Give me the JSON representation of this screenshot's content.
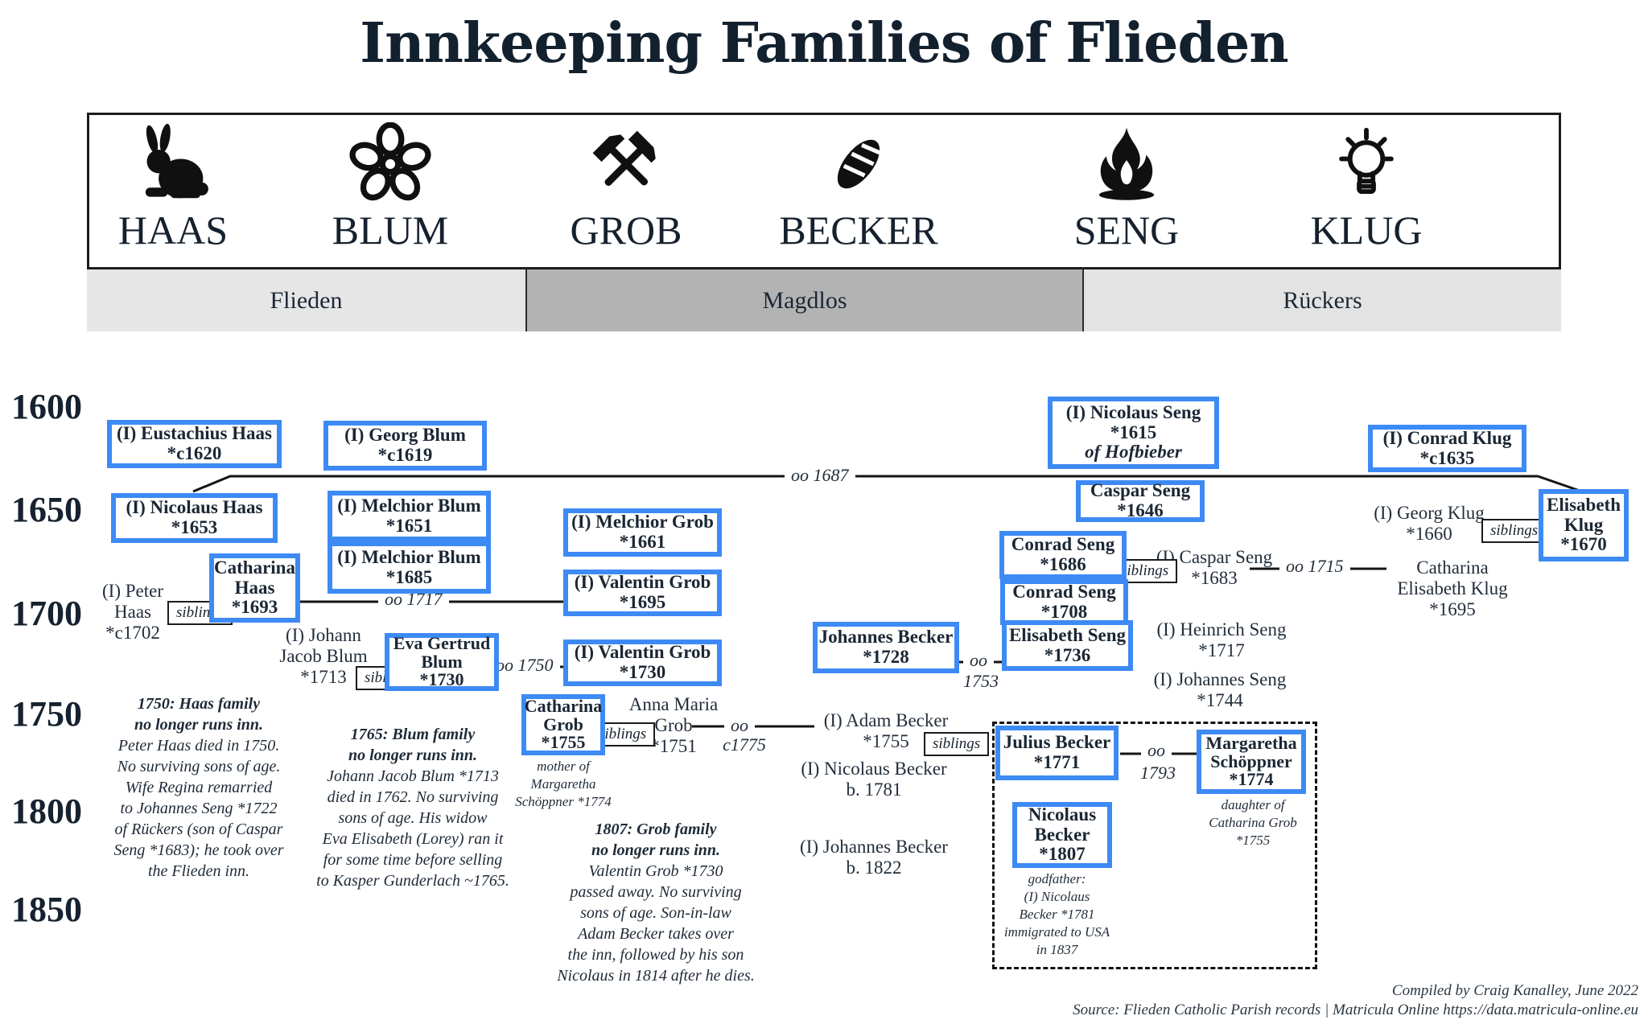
{
  "title": "Innkeeping Families of Flieden",
  "families": {
    "haas": "HAAS",
    "blum": "BLUM",
    "grob": "GROB",
    "becker": "BECKER",
    "seng": "SENG",
    "klug": "KLUG"
  },
  "family_icons": {
    "haas": "rabbit-icon",
    "blum": "flower-icon",
    "grob": "crossed-hammers-icon",
    "becker": "bread-icon",
    "seng": "fire-icon",
    "klug": "lightbulb-icon"
  },
  "locations": {
    "flieden": "Flieden",
    "magdlos": "Magdlos",
    "ruckers": "Rückers"
  },
  "timeline": [
    "1600",
    "1650",
    "1700",
    "1750",
    "1800",
    "1850"
  ],
  "persons": {
    "eustachius_haas": {
      "text": "(I) Eustachius Haas\n*c1620"
    },
    "nicolaus_haas": {
      "text": "(I) Nicolaus Haas\n*1653"
    },
    "catharina_haas": {
      "text": "Catharina\nHaas\n*1693"
    },
    "peter_haas": {
      "text": "(I) Peter\nHaas\n*c1702"
    },
    "georg_blum": {
      "text": "(I) Georg Blum\n*c1619"
    },
    "melchior_blum_1651": {
      "text": "(I) Melchior Blum\n*1651"
    },
    "melchior_blum_1685": {
      "text": "(I) Melchior Blum\n*1685"
    },
    "johann_jacob_blum": {
      "text": "(I) Johann\nJacob Blum\n*1713"
    },
    "eva_gertrud_blum": {
      "text": "Eva Gertrud\nBlum\n*1730"
    },
    "melchior_grob": {
      "text": "(I) Melchior Grob\n*1661"
    },
    "valentin_grob_1695": {
      "text": "(I) Valentin Grob\n*1695"
    },
    "valentin_grob_1730": {
      "text": "(I) Valentin Grob\n*1730"
    },
    "catharina_grob": {
      "text": "Catharina\nGrob\n*1755"
    },
    "anna_maria_grob": {
      "text": "Anna Maria\nGrob\n*1751"
    },
    "johannes_becker_1728": {
      "text": "Johannes Becker\n*1728"
    },
    "adam_becker": {
      "text": "(I) Adam Becker\n*1755"
    },
    "nicolaus_becker_1781": {
      "text": "(I) Nicolaus Becker\nb. 1781"
    },
    "johannes_becker_1822": {
      "text": "(I) Johannes Becker\nb. 1822"
    },
    "julius_becker": {
      "text": "Julius Becker\n*1771"
    },
    "margaretha_schoppner": {
      "text": "Margaretha\nSchöppner\n*1774"
    },
    "nicolaus_becker_1807": {
      "text": "Nicolaus\nBecker\n*1807"
    },
    "nicolaus_seng": {
      "text": "(I) Nicolaus Seng\n*1615",
      "subtext": "of Hofbieber"
    },
    "caspar_seng_1646": {
      "text": "Caspar Seng\n*1646"
    },
    "conrad_seng_1686": {
      "text": "Conrad Seng\n*1686"
    },
    "conrad_seng_1708": {
      "text": "Conrad Seng\n*1708"
    },
    "caspar_seng_1683": {
      "text": "(I) Caspar Seng\n*1683"
    },
    "elisabeth_seng": {
      "text": "Elisabeth Seng\n*1736"
    },
    "heinrich_seng": {
      "text": "(I) Heinrich Seng\n*1717"
    },
    "johannes_seng_1744": {
      "text": "(I) Johannes Seng\n*1744"
    },
    "conrad_klug": {
      "text": "(I) Conrad Klug\n*c1635"
    },
    "georg_klug": {
      "text": "(I) Georg Klug\n*1660"
    },
    "elisabeth_klug": {
      "text": "Elisabeth\nKlug\n*1670"
    },
    "catharina_elisabeth_klug": {
      "text": "Catharina\nElisabeth Klug\n*1695"
    }
  },
  "relationship_labels": {
    "siblings": "siblings"
  },
  "marriages": {
    "haas_klug_1687": "oo 1687",
    "haas_grob_1717": "oo 1717",
    "blum_grob_1750": "oo 1750",
    "grob_becker_oo": "oo",
    "grob_becker_year": "c1775",
    "becker_seng_oo": "oo",
    "becker_seng_year": "1753",
    "seng_klug_1715": "oo 1715",
    "becker_schoppner_oo": "oo",
    "becker_schoppner_year": "1793"
  },
  "annotations": {
    "catharina_grob": "mother of\nMargaretha\nSchöppner *1774",
    "margaretha_schoppner": "daughter of\nCatharina Grob\n*1755",
    "nicolaus_becker_1807": "godfather:\n(I) Nicolaus\nBecker *1781\nimmigrated to USA\nin 1837"
  },
  "notes": {
    "haas": {
      "title": "1750: Haas family\nno longer runs inn.",
      "body": "Peter Haas died in 1750.\nNo surviving sons of age.\nWife Regina remarried\nto Johannes Seng *1722\nof Rückers (son of Caspar\nSeng *1683); he took over\nthe Flieden inn."
    },
    "blum": {
      "title": "1765: Blum family\nno longer runs inn.",
      "body": "Johann Jacob Blum *1713\ndied in 1762. No surviving\nsons of age. His widow\nEva Elisabeth (Lorey) ran it\nfor some time before selling\nto Kasper Gunderlach ~1765."
    },
    "grob": {
      "title": "1807: Grob family\nno longer runs inn.",
      "body": "Valentin Grob *1730\npassed away. No surviving\nsons of age. Son-in-law\nAdam Becker takes over\nthe inn, followed by his son\nNicolaus in 1814 after he dies."
    }
  },
  "credits": {
    "line1": "Compiled by Craig Kanalley, June 2022",
    "line2": "Source: Flieden Catholic Parish records | Matricula Online https://data.matricula-online.eu"
  },
  "colors": {
    "accent_blue": "#3D8AF5",
    "ink_navy": "#1B2734",
    "magdlos_gray": "#B3B3B3",
    "flieden_gray": "#E6E6E6",
    "ruckers_gray": "#E3E3E3"
  }
}
